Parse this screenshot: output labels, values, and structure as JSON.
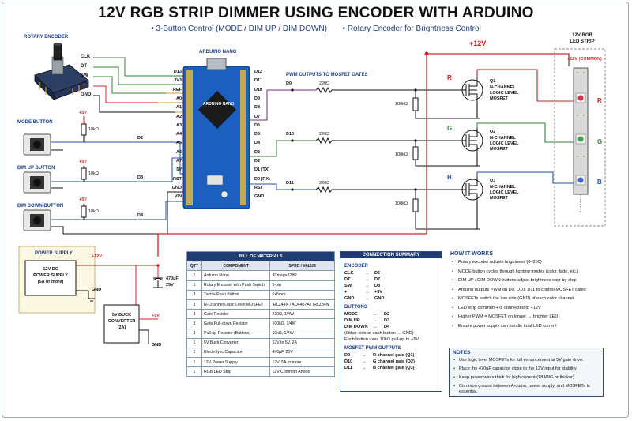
{
  "title": "12V RGB STRIP DIMMER USING ENCODER WITH ARDUINO",
  "subtitle": {
    "item1": "• 3-Button Control (MODE / DIM UP / DIM DOWN)",
    "item2": "• Rotary Encoder for Brightness Control"
  },
  "encoder": {
    "label": "ROTARY ENCODER",
    "pins": [
      "CLK",
      "DT",
      "SW",
      "+",
      "GND"
    ]
  },
  "buttons": [
    {
      "label": "MODE BUTTON",
      "v": "+5V",
      "r": "10kΩ",
      "net": "D2"
    },
    {
      "label": "DIM UP BUTTON",
      "v": "+5V",
      "r": "10kΩ",
      "net": "D3"
    },
    {
      "label": "DIM DOWN BUTTON",
      "v": "+5V",
      "r": "10kΩ",
      "net": "D4"
    }
  ],
  "nano": {
    "label": "ARDUINO NANO",
    "chip": "ARDUINO NANO",
    "left_pins": [
      "D13",
      "3V3",
      "REF",
      "A0",
      "A1",
      "A2",
      "A3",
      "A4",
      "A5",
      "A6",
      "A7",
      "5V",
      "RST",
      "GND",
      "VIN"
    ],
    "right_pins": [
      "D12",
      "D11",
      "D10",
      "D9",
      "D8",
      "D7",
      "D6",
      "D5",
      "D4",
      "D3",
      "D2",
      "D1 (TX)",
      "D0 (RX)",
      "RST",
      "GND"
    ]
  },
  "pwm": {
    "label": "PWM OUTPUTS TO MOSFET GATES",
    "channels": [
      {
        "net": "D9",
        "r": "220Ω",
        "pd": "100kΩ",
        "color": "R",
        "q": "Q1"
      },
      {
        "net": "D10",
        "r": "220Ω",
        "pd": "100kΩ",
        "color": "G",
        "q": "Q2"
      },
      {
        "net": "D11",
        "r": "220Ω",
        "pd": "100kΩ",
        "color": "B",
        "q": "Q3"
      }
    ],
    "mosfet_desc": [
      "N-CHANNEL",
      "LOGIC LEVEL",
      "MOSFET"
    ]
  },
  "rail12v": "+12V",
  "strip": {
    "label1": "12V RGB",
    "label2": "LED STRIP",
    "common": "+12V (COMMON)",
    "colors": [
      "R",
      "G",
      "B"
    ]
  },
  "power": {
    "label": "POWER SUPPLY",
    "box": [
      "12V DC",
      "POWER SUPPLY",
      "(5A or more)"
    ],
    "v12": "+12V",
    "gnd": "GND",
    "cap": [
      "470µF",
      "25V"
    ],
    "buck": [
      "5V BUCK",
      "CONVERTER",
      "(2A)"
    ],
    "v5": "+5V",
    "buck_gnd": "GND"
  },
  "bom": {
    "title": "BILL OF MATERIALS",
    "headers": [
      "QTY",
      "COMPONENT",
      "SPEC / VALUE"
    ],
    "rows": [
      [
        "1",
        "Arduino Nano",
        "ATmega328P"
      ],
      [
        "1",
        "Rotary Encoder with Push Switch",
        "5-pin"
      ],
      [
        "3",
        "Tactile Push Button",
        "6x6mm"
      ],
      [
        "3",
        "N-Channel Logic Level MOSFET",
        "IRLZ44N / AO4407A / IRLZ34N"
      ],
      [
        "3",
        "Gate Resistor",
        "220Ω, 1/4W"
      ],
      [
        "3",
        "Gate Pull-down Resistor",
        "100kΩ, 1/4W"
      ],
      [
        "3",
        "Pull-up Resistor (Buttons)",
        "10kΩ, 1/4W"
      ],
      [
        "1",
        "5V Buck Converter",
        "12V to 5V, 2A"
      ],
      [
        "1",
        "Electrolytic Capacitor",
        "470µF, 25V"
      ],
      [
        "1",
        "12V Power Supply",
        "12V, 5A or more"
      ],
      [
        "1",
        "RGB LED Strip",
        "12V Common Anode"
      ]
    ]
  },
  "connections": {
    "title": "CONNECTION SUMMARY",
    "encoder_h": "ENCODER",
    "encoder": [
      [
        "CLK",
        "D6"
      ],
      [
        "DT",
        "D7"
      ],
      [
        "SW",
        "D8"
      ],
      [
        "+",
        "+5V"
      ],
      [
        "GND",
        "GND"
      ]
    ],
    "buttons_h": "BUTTONS",
    "buttons": [
      [
        "MODE",
        "D2"
      ],
      [
        "DIM UP",
        "D3"
      ],
      [
        "DIM DOWN",
        "D4"
      ]
    ],
    "note1": "(Other side of each button → GND)",
    "note2": "Each button uses 10kΩ pull-up to +5V",
    "mosfet_h": "MOSFET PWM OUTPUTS",
    "mosfets": [
      [
        "D9",
        "R channel gate (Q1)"
      ],
      [
        "D10",
        "G channel gate (Q2)"
      ],
      [
        "D11",
        "B channel gate (Q3)"
      ]
    ],
    "arrow": "→"
  },
  "how": {
    "title": "HOW IT WORKS",
    "items": [
      "Rotary encoder adjusts brightness (0–255)",
      "MODE button cycles through lighting modes (color, fade, etc.)",
      "DIM UP / DIM DOWN buttons adjust brightness step-by-step",
      "Arduino outputs PWM on D9, D10, D11 to control MOSFET gates",
      "MOSFETs switch the low side (GND) of each color channel",
      "LED strip common + is connected to +12V",
      "Higher PWM = MOSFET on longer → brighter LED",
      "Ensure power supply can handle total LED current"
    ]
  },
  "notes": {
    "title": "NOTES",
    "items": [
      "Use logic level MOSFETs for full enhancement at 5V gate drive.",
      "Place the 470µF capacitor close to the 12V input for stability.",
      "Keep power wires thick for high current (18AWG or thicker).",
      "Common ground between Arduino, power supply, and MOSFETs is essential."
    ]
  }
}
